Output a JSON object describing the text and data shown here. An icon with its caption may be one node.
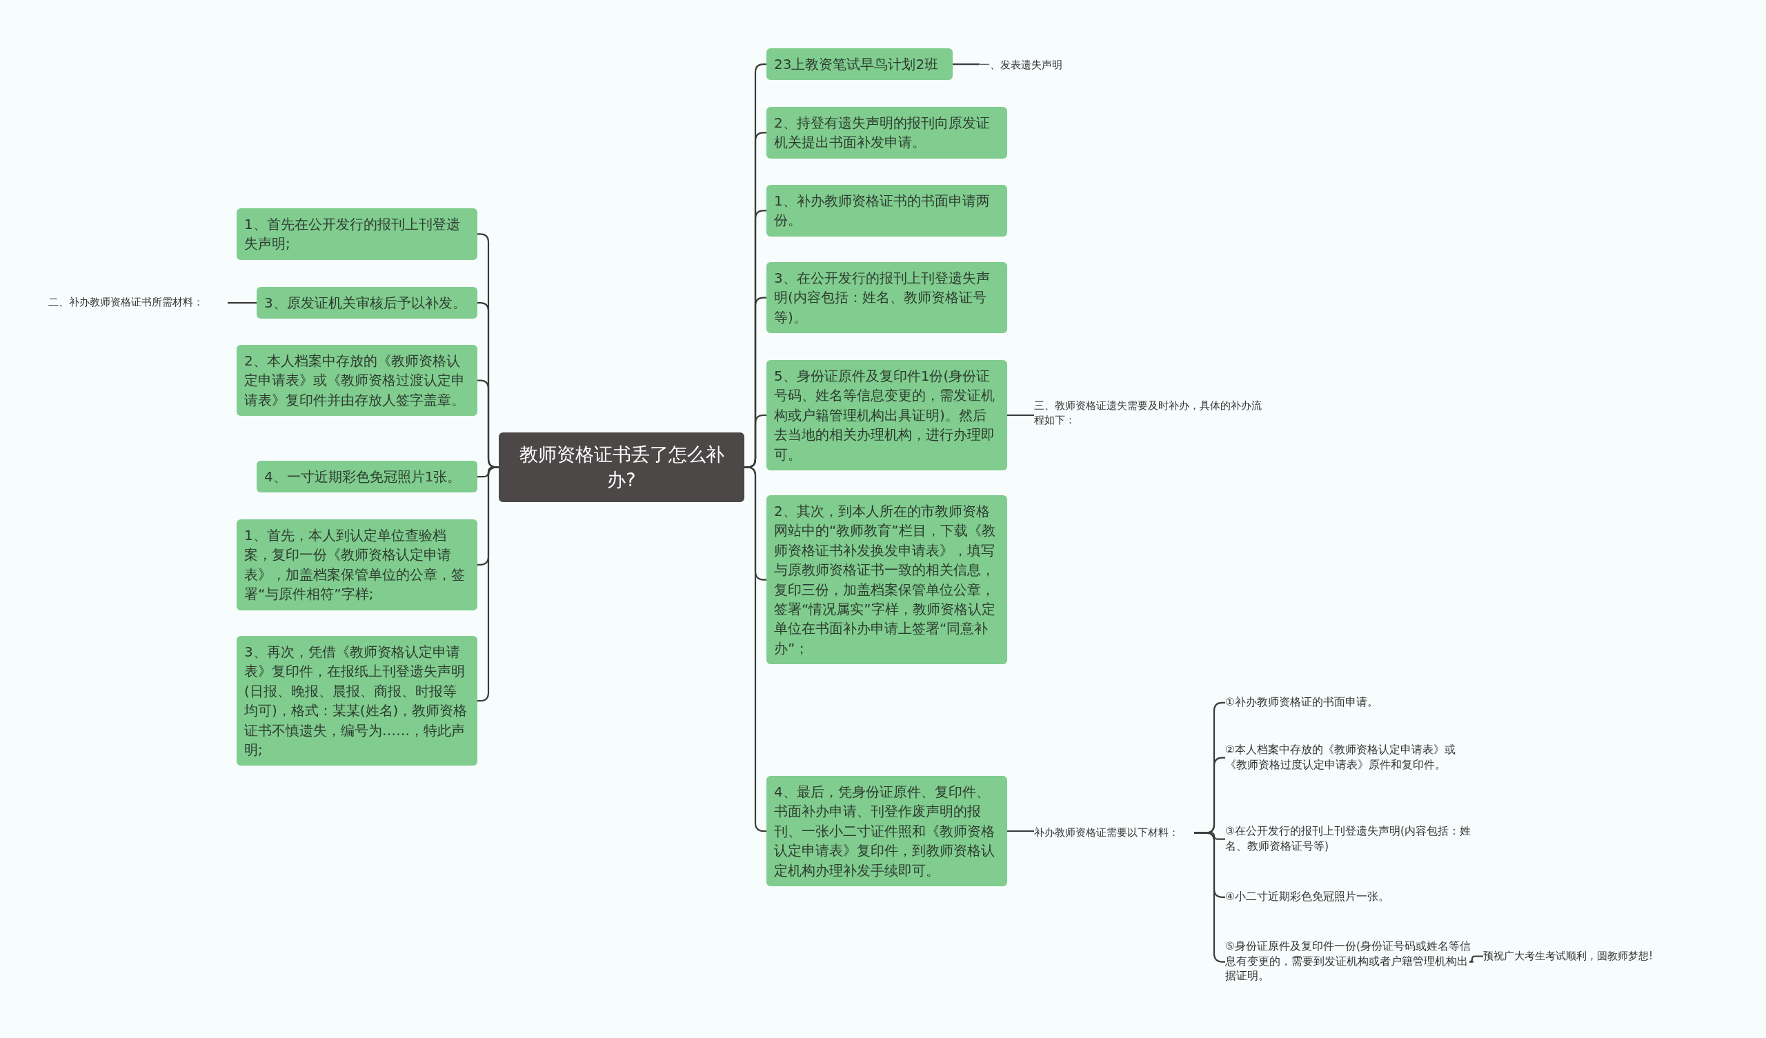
{
  "diagram": {
    "nodes": [
      {
        "text": [
          "教师资格证书丢了怎么补办?"
        ]
      },
      {
        "text": [
          "1、首先在公开发行的报刊上刊登遗失声明;"
        ]
      },
      {
        "text": [
          "3、原发证机关审核后予以补发。"
        ]
      },
      {
        "text": [
          "2、本人档案中存放的《教师资格认定申请表》或《教师资格过渡认定申请表》复印件并由存放人签字盖章。"
        ]
      },
      {
        "text": [
          "4、一寸近期彩色免冠照片1张。"
        ]
      },
      {
        "text": [
          "1、首先，本人到认定单位查验档案，复印一份《教师资格认定申请表》，加盖档案保管单位的公章，签署“与原件相符”字样;"
        ]
      },
      {
        "text": [
          "3、再次，凭借《教师资格认定申请表》复印件，在报纸上刊登遗失声明(日报、晚报、晨报、商报、时报等均可)，格式：某某(姓名)，教师资格证书不慎遗失，编号为……，特此声明;"
        ]
      },
      {
        "text": [
          "二、补办教师资格证书所需材料："
        ]
      },
      {
        "text": [
          "23上教资笔试早鸟计划2班"
        ]
      },
      {
        "text": [
          "2、持登有遗失声明的报刊向原发证机关提出书面补发申请。"
        ]
      },
      {
        "text": [
          "1、补办教师资格证书的书面申请两份。"
        ]
      },
      {
        "text": [
          "3、在公开发行的报刊上刊登遗失声明(内容包括：姓名、教师资格证号等)。"
        ]
      },
      {
        "text": [
          "5、身份证原件及复印件1份(身份证号码、姓名等信息变更的，需发证机构或户籍管理机构出具证明)。然后去当地的相关办理机构，进行办理即可。"
        ]
      },
      {
        "text": [
          "2、其次，到本人所在的市教师资格网站中的“教师教育”栏目，下载《教师资格证书补发换发申请表》，填写与原教师资格证书一致的相关信息，复印三份，加盖档案保管单位公章，签署“情况属实”字样，教师资格认定单位在书面补办申请上签署“同意补办”；"
        ]
      },
      {
        "text": [
          "4、最后，凭身份证原件、复印件、书面补办申请、刊登作废声明的报刊、一张小二寸证件照和《教师资格认定申请表》复印件，到教师资格认定机构办理补发手续即可。"
        ]
      },
      {
        "text": [
          "一、发表遗失声明"
        ]
      },
      {
        "text": [
          "三、教师资格证遗失需要及时补办，具体的补办流程如下："
        ]
      },
      {
        "text": [
          "补办教师资格证需要以下材料："
        ]
      },
      {
        "text": [
          "①补办教师资格证的书面申请。"
        ]
      },
      {
        "text": [
          "②本人档案中存放的《教师资格认定申请表》或《教师资格过度认定申请表》原件和复印件。"
        ]
      },
      {
        "text": [
          "③在公开发行的报刊上刊登遗失声明(内容包括：姓名、教师资格证号等)"
        ]
      },
      {
        "text": [
          "④小二寸近期彩色免冠照片一张。"
        ]
      },
      {
        "text": [
          "⑤身份证原件及复印件一份(身份证号码或姓名等信息有变更的，需要到发证机构或者户籍管理机构出据证明。"
        ]
      },
      {
        "text": [
          "预祝广大考生考试顺利，圆教师梦想!"
        ]
      }
    ],
    "edges": [
      {
        "from": 0,
        "to": 1,
        "arrow": "none"
      },
      {
        "from": 0,
        "to": 2,
        "arrow": "none"
      },
      {
        "from": 0,
        "to": 3,
        "arrow": "none"
      },
      {
        "from": 0,
        "to": 4,
        "arrow": "none"
      },
      {
        "from": 0,
        "to": 5,
        "arrow": "none"
      },
      {
        "from": 0,
        "to": 6,
        "arrow": "none"
      },
      {
        "from": 2,
        "to": 7,
        "arrow": "none"
      },
      {
        "from": 0,
        "to": 8,
        "arrow": "none"
      },
      {
        "from": 0,
        "to": 9,
        "arrow": "none"
      },
      {
        "from": 0,
        "to": 10,
        "arrow": "none"
      },
      {
        "from": 0,
        "to": 11,
        "arrow": "none"
      },
      {
        "from": 0,
        "to": 12,
        "arrow": "none"
      },
      {
        "from": 0,
        "to": 13,
        "arrow": "none"
      },
      {
        "from": 0,
        "to": 14,
        "arrow": "none"
      },
      {
        "from": 8,
        "to": 15,
        "arrow": "none"
      },
      {
        "from": 12,
        "to": 16,
        "arrow": "none"
      },
      {
        "from": 14,
        "to": 17,
        "arrow": "none"
      },
      {
        "from": 17,
        "to": 18,
        "arrow": "none"
      },
      {
        "from": 17,
        "to": 19,
        "arrow": "none"
      },
      {
        "from": 17,
        "to": 20,
        "arrow": "none"
      },
      {
        "from": 17,
        "to": 21,
        "arrow": "none"
      },
      {
        "from": 17,
        "to": 22,
        "arrow": "none"
      },
      {
        "from": 22,
        "to": 23,
        "arrow": "none"
      }
    ]
  }
}
